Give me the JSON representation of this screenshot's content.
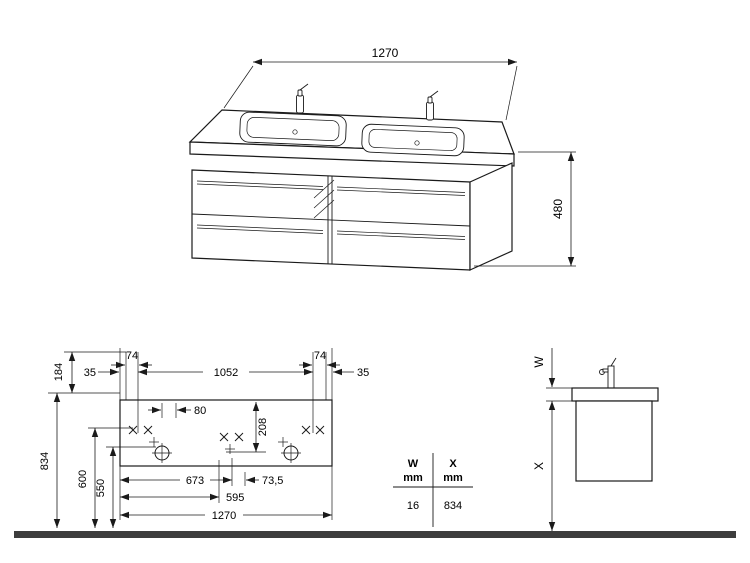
{
  "drawing": {
    "perspective": {
      "width": "1270",
      "height": "480"
    },
    "plan": {
      "d184": "184",
      "d35l": "35",
      "d74l": "74",
      "d1052": "1052",
      "d74r": "74",
      "d35r": "35",
      "d80": "80",
      "d208": "208",
      "d834": "834",
      "d600": "600",
      "d550": "550",
      "d673": "673",
      "d735": "73,5",
      "d595": "595",
      "d1270": "1270"
    },
    "side": {
      "w": "W",
      "x": "X"
    },
    "table": {
      "col_w_title": "W",
      "col_w_unit": "mm",
      "col_x_title": "X",
      "col_x_unit": "mm",
      "val_w": "16",
      "val_x": "834"
    },
    "colors": {
      "line": "#1a1a1a",
      "floor": "#3d3d3d"
    }
  }
}
